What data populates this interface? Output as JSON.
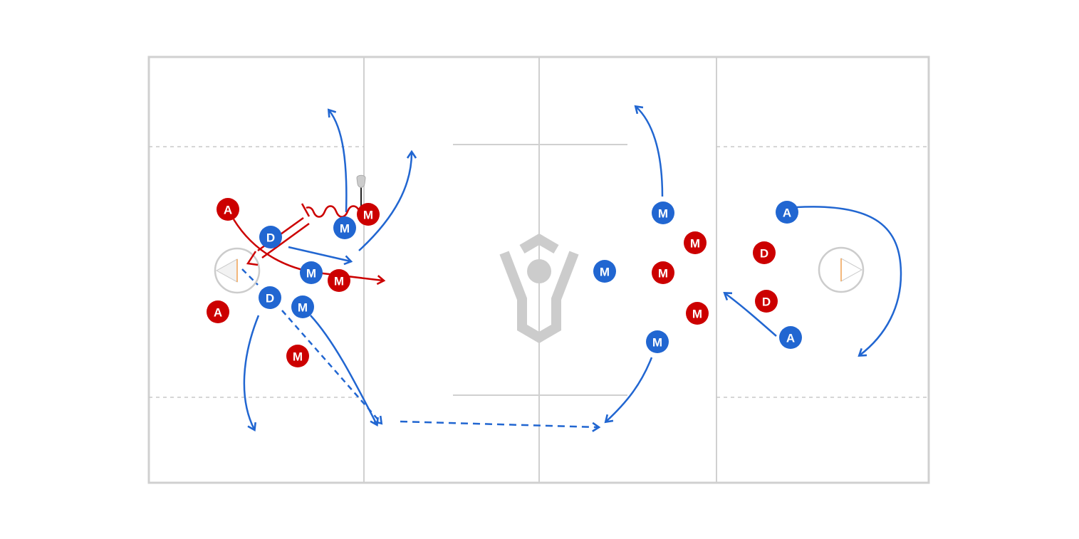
{
  "colors": {
    "team_blue": "#2166d1",
    "team_red": "#cc0000",
    "field_lines": "#d0d0d0",
    "dashed_lines": "#c8c8c8",
    "logo": "#cccccc",
    "goal_arrow": "#f0a050"
  },
  "players": [
    {
      "team": "red",
      "label": "A"
    },
    {
      "team": "red",
      "label": "A"
    },
    {
      "team": "red",
      "label": "M"
    },
    {
      "team": "red",
      "label": "M"
    },
    {
      "team": "red",
      "label": "M"
    },
    {
      "team": "blue",
      "label": "D"
    },
    {
      "team": "blue",
      "label": "D"
    },
    {
      "team": "blue",
      "label": "M"
    },
    {
      "team": "blue",
      "label": "M"
    },
    {
      "team": "blue",
      "label": "M"
    },
    {
      "team": "blue",
      "label": "M"
    },
    {
      "team": "blue",
      "label": "M"
    },
    {
      "team": "blue",
      "label": "M"
    },
    {
      "team": "red",
      "label": "M"
    },
    {
      "team": "red",
      "label": "M"
    },
    {
      "team": "red",
      "label": "M"
    },
    {
      "team": "red",
      "label": "D"
    },
    {
      "team": "red",
      "label": "D"
    },
    {
      "team": "blue",
      "label": "A"
    },
    {
      "team": "blue",
      "label": "A"
    }
  ],
  "movement_types": [
    "run",
    "pass",
    "dodge",
    "pick"
  ]
}
